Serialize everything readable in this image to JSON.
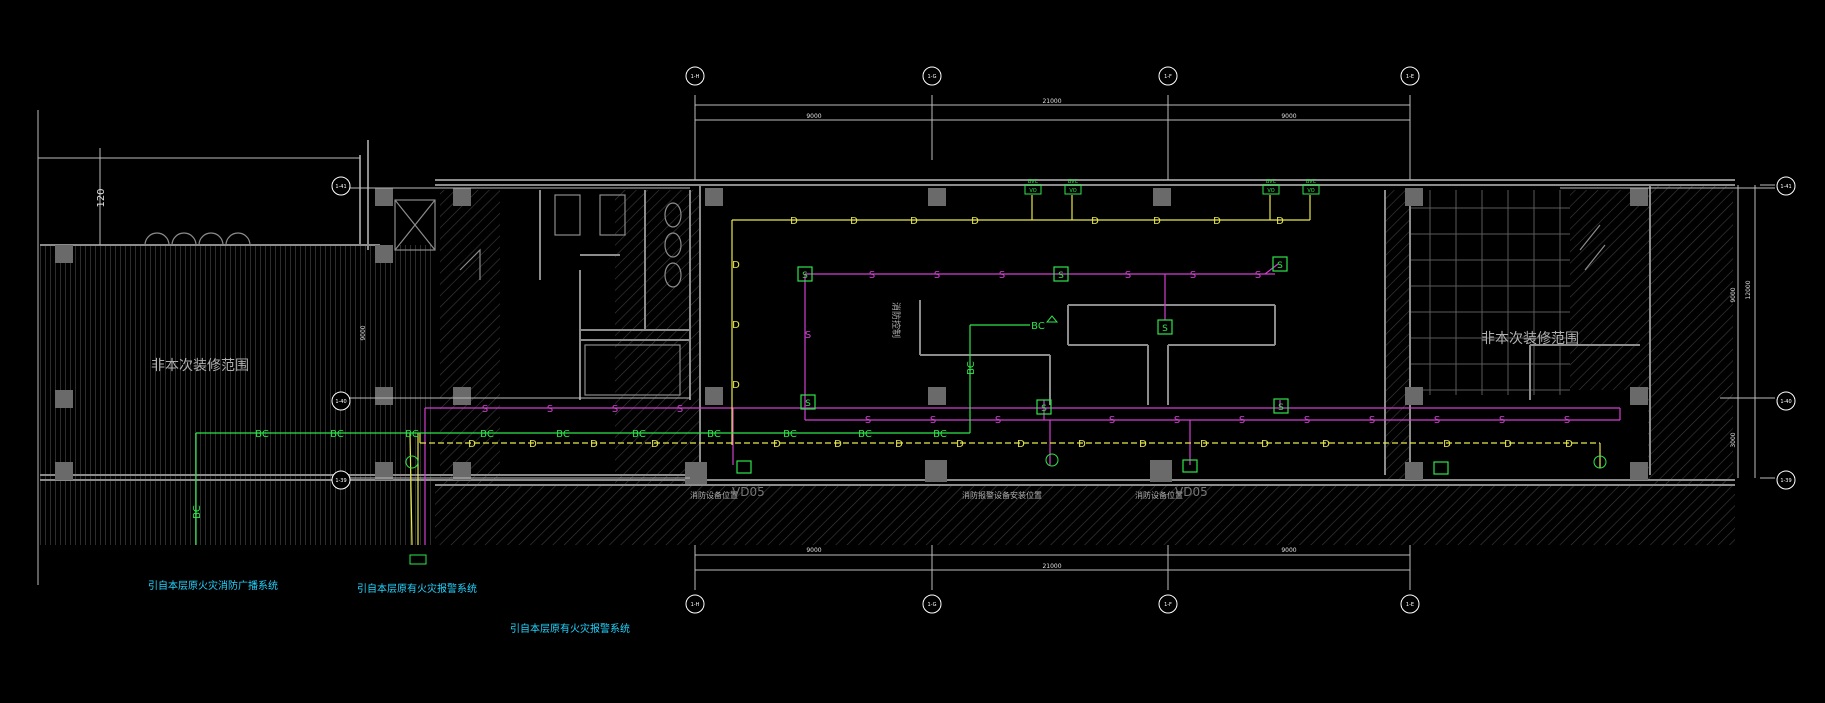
{
  "colors": {
    "background": "#000000",
    "wall": "#8c8c8c",
    "hatch": "#4a4a4a",
    "dim": "#ffffff",
    "broadcast": "#2ee64a",
    "smoke": "#d23fd2",
    "detector": "#e8e84a",
    "note": "#22d4ff",
    "grid_bubble": "#ffffff"
  },
  "grid_top": [
    "1-H",
    "1-G",
    "1-F",
    "1-E"
  ],
  "grid_bottom": [
    "1-H",
    "1-G",
    "1-F",
    "1-E"
  ],
  "grid_left": [
    "1-41",
    "1-40",
    "1-39"
  ],
  "grid_right": [
    "1-41",
    "1-40",
    "1-39"
  ],
  "dims": {
    "top_total": "21000",
    "top_left": "9000",
    "top_right": "9000",
    "bottom_total": "21000",
    "bottom_left": "9000",
    "bottom_right": "9000",
    "left_vertical": "9000",
    "right_upper": "9000",
    "right_lower": "3000",
    "far_right_total": "12000",
    "left_offset": "120"
  },
  "labels": {
    "bc": "BC",
    "s": "S",
    "d": "D",
    "bvc": "BVC",
    "vo": "VO",
    "left_zone": "非本次装修范围",
    "right_zone": "非本次装修范围",
    "center_mark": "消防控制",
    "bottom_tag_1": "消防设备位置",
    "bottom_tag_2": "消防报警设备安装位置",
    "bottom_tag_3": "消防设备位置",
    "hatch_code": "VD05"
  },
  "notes": {
    "broadcast": "引自本层原火灾消防广播系统",
    "alarm": "引自本层原有火灾报警系统",
    "alarm_low": "引自本层原有火灾报警系统"
  }
}
